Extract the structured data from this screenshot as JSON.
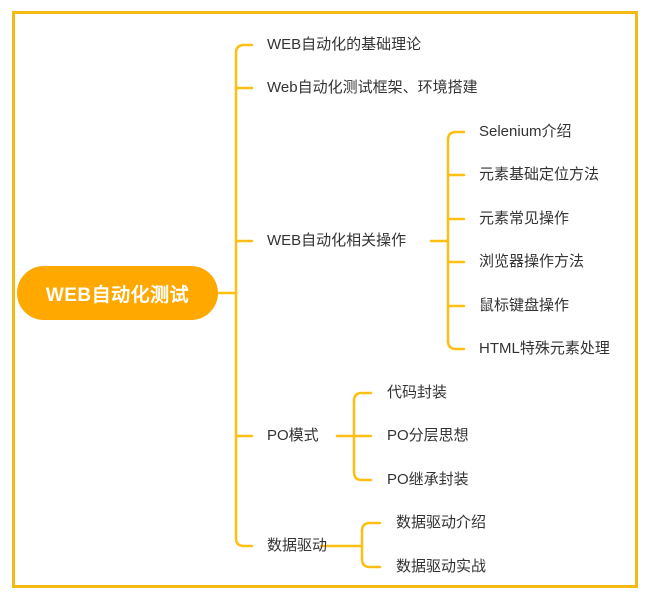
{
  "colors": {
    "branch": "#fdc012",
    "root_fill": "#ffa800",
    "border": "#f5b914",
    "text": "#333333"
  },
  "root": {
    "label": "WEB自动化测试"
  },
  "branches": [
    {
      "label": "WEB自动化的基础理论",
      "children": []
    },
    {
      "label": "Web自动化测试框架、环境搭建",
      "children": []
    },
    {
      "label": "WEB自动化相关操作",
      "children": [
        "Selenium介绍",
        "元素基础定位方法",
        "元素常见操作",
        "浏览器操作方法",
        "鼠标键盘操作",
        "HTML特殊元素处理"
      ]
    },
    {
      "label": "PO模式",
      "children": [
        "代码封装",
        "PO分层思想",
        "PO继承封装"
      ]
    },
    {
      "label": "数据驱动",
      "children": [
        "数据驱动介绍",
        "数据驱动实战"
      ]
    }
  ]
}
